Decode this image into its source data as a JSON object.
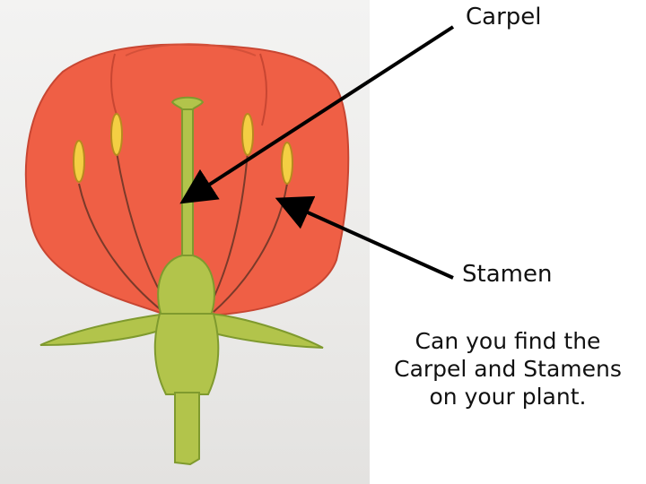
{
  "labels": {
    "carpel": "Carpel",
    "stamen": "Stamen"
  },
  "question": {
    "line1": "Can you find the",
    "line2": "Carpel and Stamens",
    "line3": "on your plant."
  },
  "colors": {
    "petal": "#ef5f45",
    "petal_edge": "#c84632",
    "stem": "#b2c44b",
    "stem_edge": "#7f9a2e",
    "anther": "#f4cf43",
    "arrow": "#000000"
  }
}
